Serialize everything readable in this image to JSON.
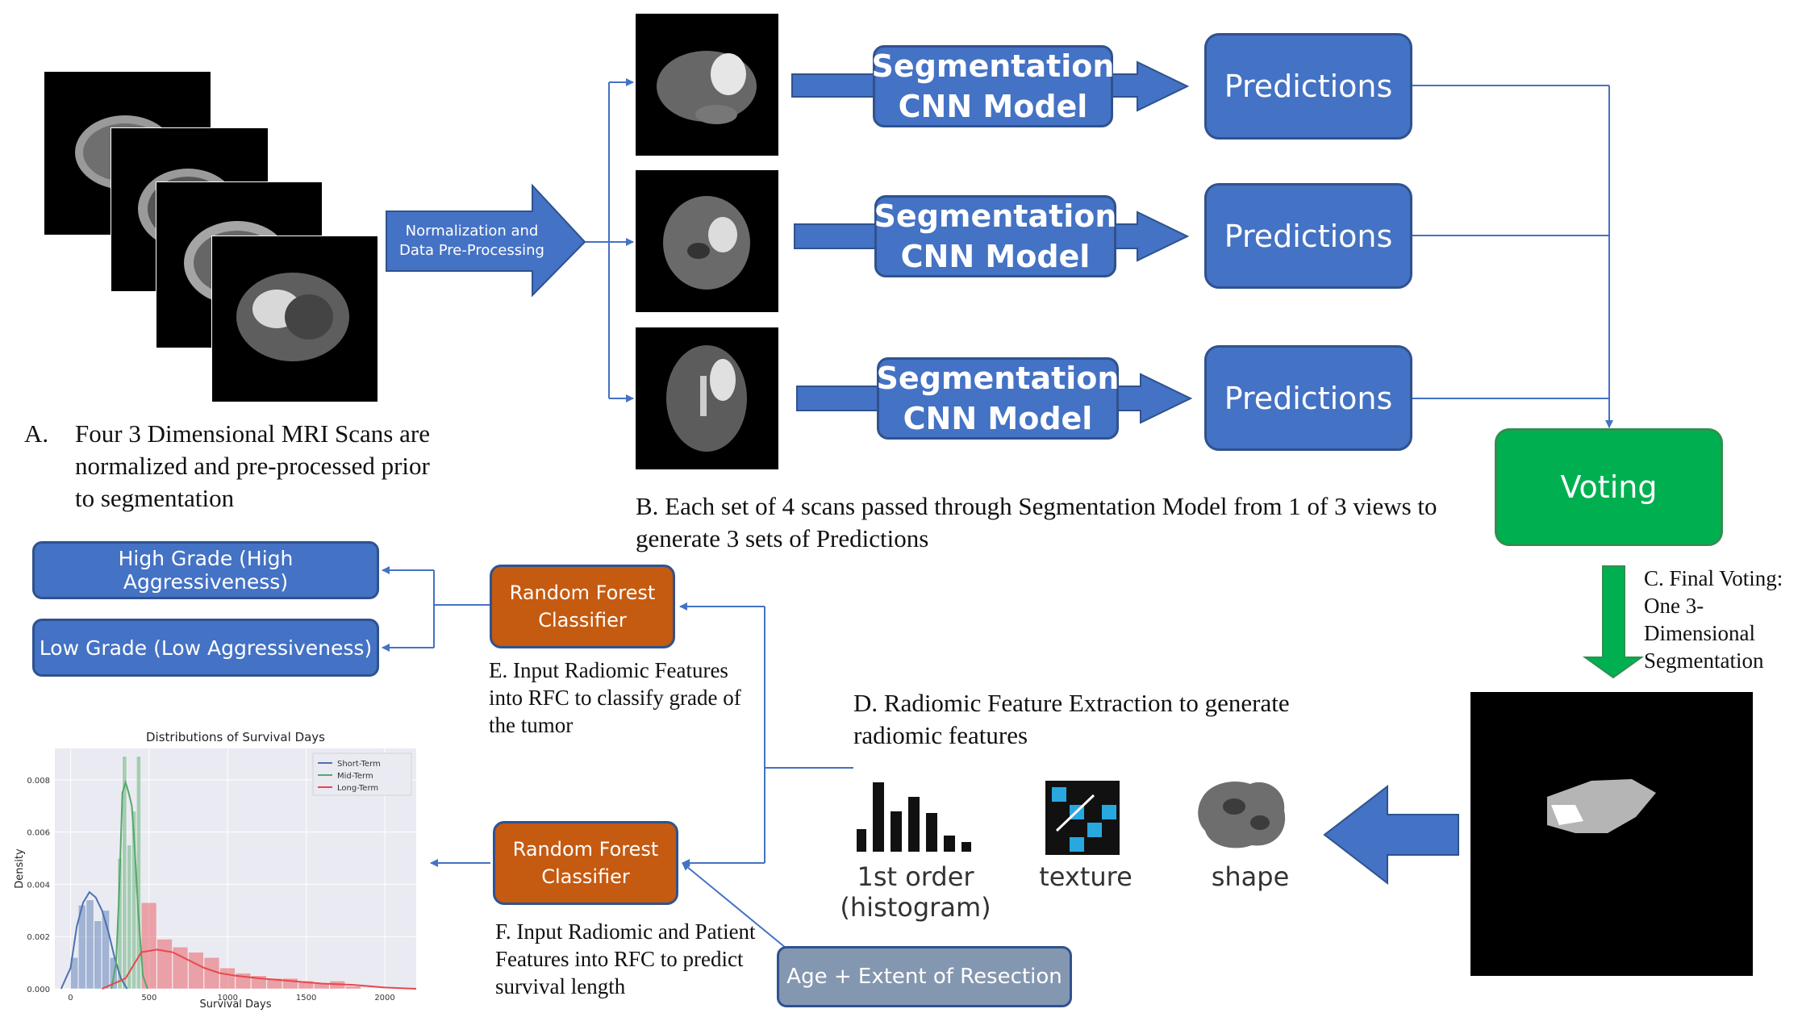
{
  "preprocess": {
    "label": "Normalization and Data Pre-Processing"
  },
  "captions": {
    "a_letter": "A.",
    "a_text": "Four 3 Dimensional MRI Scans are normalized and pre-processed prior to segmentation",
    "b_text": "B. Each set of 4 scans passed through Segmentation Model from 1 of 3 views to generate 3 sets of Predictions",
    "c_text": "C. Final Voting: One 3-Dimensional Segmentation",
    "d_text": "D. Radiomic Feature Extraction to generate radiomic features",
    "e_text": "E. Input Radiomic Features into RFC to classify grade of the tumor",
    "f_text": "F. Input Radiomic and Patient Features into RFC to predict survival length"
  },
  "models": [
    {
      "line1": "Segmentation",
      "line2": "CNN Model"
    },
    {
      "line1": "Segmentation",
      "line2": "CNN Model"
    },
    {
      "line1": "Segmentation",
      "line2": "CNN Model"
    }
  ],
  "predictions": [
    "Predictions",
    "Predictions",
    "Predictions"
  ],
  "voting": "Voting",
  "grades": {
    "high": "High Grade (High Aggressiveness)",
    "low": "Low Grade (Low Aggressiveness)"
  },
  "rfc": {
    "top_line1": "Random Forest",
    "top_line2": "Classifier",
    "bottom_line1": "Random Forest",
    "bottom_line2": "Classifier"
  },
  "patient_features": "Age + Extent of Resection",
  "features": {
    "first_order_1": "1st order",
    "first_order_2": "(histogram)",
    "texture": "texture",
    "shape": "shape"
  },
  "colors": {
    "blue": "#4472c4",
    "green": "#00b050",
    "orange": "#c55a11",
    "gray": "#8497b0",
    "arrow": "#4472c4"
  },
  "chart_data": {
    "type": "area",
    "title": "Distributions of Survival Days",
    "xlabel": "Survival Days",
    "ylabel": "Density",
    "xlim": [
      -100,
      2200
    ],
    "ylim": [
      0,
      0.0092
    ],
    "xticks": [
      0,
      500,
      1000,
      1500,
      2000
    ],
    "xtick_labels": [
      "0",
      "500",
      "1000",
      "1500",
      "2000"
    ],
    "yticks": [
      0,
      0.002,
      0.004,
      0.006,
      0.008
    ],
    "ytick_labels": [
      "0.000",
      "0.002",
      "0.004",
      "0.006",
      "0.008"
    ],
    "legend_position": "top-right",
    "series": [
      {
        "name": "Short-Term",
        "color": "#4c72b0",
        "hist": [
          [
            0,
            50,
            0.0012
          ],
          [
            50,
            100,
            0.0032
          ],
          [
            100,
            150,
            0.0034
          ],
          [
            150,
            200,
            0.0026
          ],
          [
            200,
            250,
            0.003
          ],
          [
            250,
            300,
            0.0012
          ]
        ],
        "kde_x": [
          -60,
          0,
          40,
          80,
          120,
          160,
          200,
          240,
          280,
          320,
          360
        ],
        "kde_y": [
          0,
          0.0008,
          0.0024,
          0.0033,
          0.0037,
          0.0035,
          0.003,
          0.0022,
          0.0012,
          0.0004,
          0
        ]
      },
      {
        "name": "Mid-Term",
        "color": "#55a868",
        "hist": [
          [
            300,
            330,
            0.005
          ],
          [
            330,
            360,
            0.0089
          ],
          [
            360,
            390,
            0.0055
          ],
          [
            390,
            420,
            0.0068
          ],
          [
            420,
            450,
            0.0089
          ]
        ],
        "kde_x": [
          260,
          290,
          310,
          330,
          350,
          370,
          390,
          410,
          430,
          460,
          490
        ],
        "kde_y": [
          0,
          0.001,
          0.0038,
          0.0075,
          0.0079,
          0.0075,
          0.007,
          0.0052,
          0.003,
          0.0005,
          0
        ]
      },
      {
        "name": "Long-Term",
        "color": "#e8474c",
        "hist": [
          [
            450,
            550,
            0.0033
          ],
          [
            550,
            650,
            0.0019
          ],
          [
            650,
            750,
            0.0016
          ],
          [
            750,
            850,
            0.0014
          ],
          [
            850,
            950,
            0.0012
          ],
          [
            950,
            1050,
            0.0008
          ],
          [
            1050,
            1150,
            0.0006
          ],
          [
            1150,
            1250,
            0.0005
          ],
          [
            1250,
            1350,
            0.0004
          ],
          [
            1350,
            1450,
            0.0004
          ],
          [
            1450,
            1550,
            0.0003
          ],
          [
            1550,
            1650,
            0.0002
          ],
          [
            1650,
            1750,
            0.0003
          ],
          [
            1750,
            1850,
            0.0001
          ]
        ],
        "kde_x": [
          200,
          350,
          450,
          550,
          650,
          750,
          850,
          950,
          1050,
          1200,
          1400,
          1600,
          1800,
          2000,
          2200
        ],
        "kde_y": [
          0,
          0.0004,
          0.0014,
          0.0015,
          0.0014,
          0.0011,
          0.0008,
          0.0006,
          0.0005,
          0.0004,
          0.0003,
          0.0002,
          0.00015,
          5e-05,
          0
        ]
      }
    ]
  }
}
